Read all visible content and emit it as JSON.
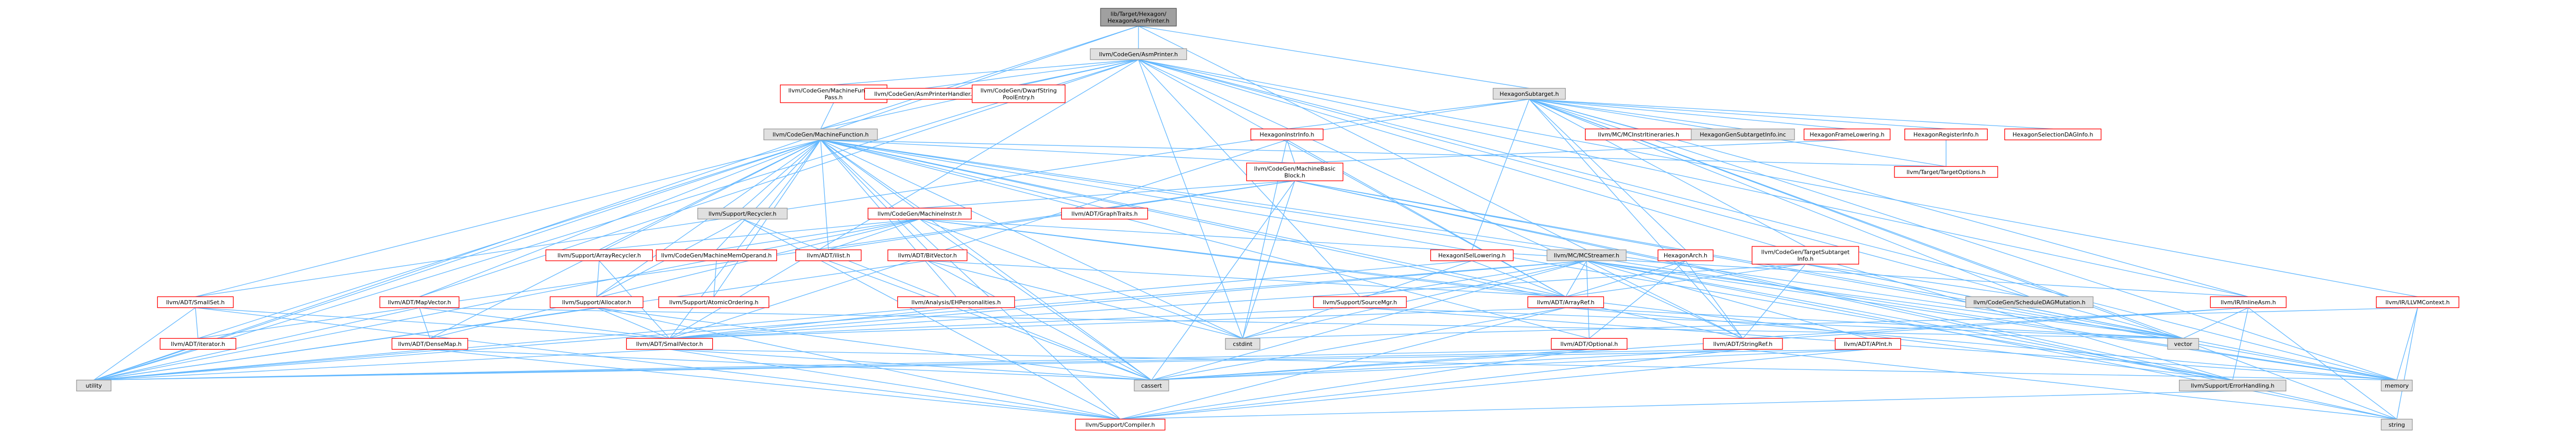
{
  "nodes": [
    {
      "id": "root",
      "lines": [
        "lib/Target/Hexagon/",
        "HexagonAsmPrinter.h"
      ],
      "style": "root"
    },
    {
      "id": "asmprinter",
      "lines": [
        "llvm/CodeGen/AsmPrinter.h"
      ],
      "style": "gray"
    },
    {
      "id": "hexsubtarget",
      "lines": [
        "HexagonSubtarget.h"
      ],
      "style": "gray"
    },
    {
      "id": "mfpass",
      "lines": [
        "llvm/CodeGen/MachineFunction",
        "Pass.h"
      ],
      "style": "red"
    },
    {
      "id": "asmprinterhandler",
      "lines": [
        "llvm/CodeGen/AsmPrinterHandler.h"
      ],
      "style": "red"
    },
    {
      "id": "dwarfstring",
      "lines": [
        "llvm/CodeGen/DwarfString",
        "PoolEntry.h"
      ],
      "style": "red"
    },
    {
      "id": "hexinstrinfo",
      "lines": [
        "HexagonInstrInfo.h"
      ],
      "style": "red"
    },
    {
      "id": "mcinstrinfo",
      "lines": [
        "llvm/MC/MCInstrItineraries.h"
      ],
      "style": "red"
    },
    {
      "id": "hexgensubtarget",
      "lines": [
        "HexagonGenSubtargetInfo.inc"
      ],
      "style": "gray"
    },
    {
      "id": "hexframe",
      "lines": [
        "HexagonFrameLowering.h"
      ],
      "style": "red"
    },
    {
      "id": "hexreginfo",
      "lines": [
        "HexagonRegisterInfo.h"
      ],
      "style": "red"
    },
    {
      "id": "hexseldag",
      "lines": [
        "HexagonSelectionDAGInfo.h"
      ],
      "style": "red"
    },
    {
      "id": "machinefunction",
      "lines": [
        "llvm/CodeGen/MachineFunction.h"
      ],
      "style": "gray"
    },
    {
      "id": "mbb",
      "lines": [
        "llvm/CodeGen/MachineBasic",
        "Block.h"
      ],
      "style": "red"
    },
    {
      "id": "targetoptions",
      "lines": [
        "llvm/Target/TargetOptions.h"
      ],
      "style": "red"
    },
    {
      "id": "recycler",
      "lines": [
        "llvm/Support/Recycler.h"
      ],
      "style": "gray"
    },
    {
      "id": "machineinstr",
      "lines": [
        "llvm/CodeGen/MachineInstr.h"
      ],
      "style": "red"
    },
    {
      "id": "graphtraits",
      "lines": [
        "llvm/ADT/GraphTraits.h"
      ],
      "style": "red"
    },
    {
      "id": "arrayrecycler",
      "lines": [
        "llvm/Support/ArrayRecycler.h"
      ],
      "style": "red"
    },
    {
      "id": "mmo",
      "lines": [
        "llvm/CodeGen/MachineMemOperand.h"
      ],
      "style": "red"
    },
    {
      "id": "ilist",
      "lines": [
        "llvm/ADT/ilist.h"
      ],
      "style": "red"
    },
    {
      "id": "bitvector",
      "lines": [
        "llvm/ADT/BitVector.h"
      ],
      "style": "red"
    },
    {
      "id": "hexisellowering",
      "lines": [
        "HexagonISelLowering.h"
      ],
      "style": "red"
    },
    {
      "id": "mcstreamer",
      "lines": [
        "llvm/MC/MCStreamer.h"
      ],
      "style": "gray"
    },
    {
      "id": "hexarch",
      "lines": [
        "HexagonArch.h"
      ],
      "style": "red"
    },
    {
      "id": "tsi",
      "lines": [
        "llvm/CodeGen/TargetSubtarget",
        "Info.h"
      ],
      "style": "red"
    },
    {
      "id": "smallset",
      "lines": [
        "llvm/ADT/SmallSet.h"
      ],
      "style": "red"
    },
    {
      "id": "mapvector",
      "lines": [
        "llvm/ADT/MapVector.h"
      ],
      "style": "red"
    },
    {
      "id": "allocator",
      "lines": [
        "llvm/Support/Allocator.h"
      ],
      "style": "red"
    },
    {
      "id": "atomicordering",
      "lines": [
        "llvm/Support/AtomicOrdering.h"
      ],
      "style": "red"
    },
    {
      "id": "ehpersonalities",
      "lines": [
        "llvm/Analysis/EHPersonalities.h"
      ],
      "style": "red"
    },
    {
      "id": "sourcemgr",
      "lines": [
        "llvm/Support/SourceMgr.h"
      ],
      "style": "red"
    },
    {
      "id": "arrayref",
      "lines": [
        "llvm/ADT/ArrayRef.h"
      ],
      "style": "red"
    },
    {
      "id": "scheddagmutation",
      "lines": [
        "llvm/CodeGen/ScheduleDAGMutation.h"
      ],
      "style": "gray"
    },
    {
      "id": "inlineasm",
      "lines": [
        "llvm/IR/InlineAsm.h"
      ],
      "style": "red"
    },
    {
      "id": "llvmcontext",
      "lines": [
        "llvm/IR/LLVMContext.h"
      ],
      "style": "red"
    },
    {
      "id": "iterator",
      "lines": [
        "llvm/ADT/iterator.h"
      ],
      "style": "red"
    },
    {
      "id": "densemap",
      "lines": [
        "llvm/ADT/DenseMap.h"
      ],
      "style": "red"
    },
    {
      "id": "smallvector",
      "lines": [
        "llvm/ADT/SmallVector.h"
      ],
      "style": "red"
    },
    {
      "id": "cstdint",
      "lines": [
        "cstdint"
      ],
      "style": "gray"
    },
    {
      "id": "optional",
      "lines": [
        "llvm/ADT/Optional.h"
      ],
      "style": "red"
    },
    {
      "id": "stringref",
      "lines": [
        "llvm/ADT/StringRef.h"
      ],
      "style": "red"
    },
    {
      "id": "apint",
      "lines": [
        "llvm/ADT/APInt.h"
      ],
      "style": "red"
    },
    {
      "id": "vector",
      "lines": [
        "vector"
      ],
      "style": "gray"
    },
    {
      "id": "utility",
      "lines": [
        "utility"
      ],
      "style": "gray"
    },
    {
      "id": "cassert",
      "lines": [
        "cassert"
      ],
      "style": "gray"
    },
    {
      "id": "memory",
      "lines": [
        "memory"
      ],
      "style": "gray"
    },
    {
      "id": "errorhandling",
      "lines": [
        "llvm/Support/ErrorHandling.h"
      ],
      "style": "gray"
    },
    {
      "id": "compiler",
      "lines": [
        "llvm/Support/Compiler.h"
      ],
      "style": "red"
    },
    {
      "id": "string",
      "lines": [
        "string"
      ],
      "style": "gray"
    }
  ],
  "edges": [
    [
      "root",
      "asmprinter"
    ],
    [
      "root",
      "hexsubtarget"
    ],
    [
      "root",
      "machinefunction"
    ],
    [
      "root",
      "mcstreamer"
    ],
    [
      "root",
      "utility"
    ],
    [
      "asmprinter",
      "mfpass"
    ],
    [
      "asmprinter",
      "asmprinterhandler"
    ],
    [
      "asmprinter",
      "dwarfstring"
    ],
    [
      "asmprinter",
      "machinefunction"
    ],
    [
      "asmprinter",
      "mapvector"
    ],
    [
      "asmprinter",
      "smallvector"
    ],
    [
      "asmprinter",
      "sourcemgr"
    ],
    [
      "asmprinter",
      "inlineasm"
    ],
    [
      "asmprinter",
      "llvmcontext"
    ],
    [
      "asmprinter",
      "cstdint"
    ],
    [
      "asmprinter",
      "memory"
    ],
    [
      "asmprinter",
      "utility"
    ],
    [
      "asmprinter",
      "vector"
    ],
    [
      "asmprinter",
      "errorhandling"
    ],
    [
      "asmprinter",
      "stringref"
    ],
    [
      "asmprinter",
      "arrayref"
    ],
    [
      "hexsubtarget",
      "hexinstrinfo"
    ],
    [
      "hexsubtarget",
      "mcinstrinfo"
    ],
    [
      "hexsubtarget",
      "hexgensubtarget"
    ],
    [
      "hexsubtarget",
      "hexframe"
    ],
    [
      "hexsubtarget",
      "hexreginfo"
    ],
    [
      "hexsubtarget",
      "hexseldag"
    ],
    [
      "hexsubtarget",
      "hexisellowering"
    ],
    [
      "hexsubtarget",
      "hexarch"
    ],
    [
      "hexsubtarget",
      "tsi"
    ],
    [
      "hexsubtarget",
      "scheddagmutation"
    ],
    [
      "hexsubtarget",
      "smallset"
    ],
    [
      "hexsubtarget",
      "stringref"
    ],
    [
      "hexsubtarget",
      "memory"
    ],
    [
      "hexsubtarget",
      "string"
    ],
    [
      "hexsubtarget",
      "vector"
    ],
    [
      "hexsubtarget",
      "targetoptions"
    ],
    [
      "hexsubtarget",
      "inlineasm"
    ],
    [
      "mfpass",
      "machinefunction"
    ],
    [
      "hexinstrinfo",
      "mbb"
    ],
    [
      "hexinstrinfo",
      "arrayref"
    ],
    [
      "hexinstrinfo",
      "smallvector"
    ],
    [
      "hexinstrinfo",
      "cstdint"
    ],
    [
      "hexframe",
      "mbb"
    ],
    [
      "hexreginfo",
      "targetoptions"
    ],
    [
      "machinefunction",
      "mbb"
    ],
    [
      "machinefunction",
      "targetoptions"
    ],
    [
      "machinefunction",
      "recycler"
    ],
    [
      "machinefunction",
      "machineinstr"
    ],
    [
      "machinefunction",
      "graphtraits"
    ],
    [
      "machinefunction",
      "arrayrecycler"
    ],
    [
      "machinefunction",
      "mmo"
    ],
    [
      "machinefunction",
      "ilist"
    ],
    [
      "machinefunction",
      "bitvector"
    ],
    [
      "machinefunction",
      "smallset"
    ],
    [
      "machinefunction",
      "mapvector"
    ],
    [
      "machinefunction",
      "allocator"
    ],
    [
      "machinefunction",
      "atomicordering"
    ],
    [
      "machinefunction",
      "ehpersonalities"
    ],
    [
      "machinefunction",
      "arrayref"
    ],
    [
      "machinefunction",
      "densemap"
    ],
    [
      "machinefunction",
      "smallvector"
    ],
    [
      "machinefunction",
      "optional"
    ],
    [
      "machinefunction",
      "cstdint"
    ],
    [
      "machinefunction",
      "cassert"
    ],
    [
      "machinefunction",
      "memory"
    ],
    [
      "machinefunction",
      "utility"
    ],
    [
      "machinefunction",
      "vector"
    ],
    [
      "machinefunction",
      "iterator"
    ],
    [
      "machinefunction",
      "compiler"
    ],
    [
      "machinefunction",
      "stringref"
    ],
    [
      "machinefunction",
      "errorhandling"
    ],
    [
      "mbb",
      "machineinstr"
    ],
    [
      "mbb",
      "graphtraits"
    ],
    [
      "mbb",
      "ilist"
    ],
    [
      "mbb",
      "cassert"
    ],
    [
      "mbb",
      "cstdint"
    ],
    [
      "mbb",
      "memory"
    ],
    [
      "mbb",
      "string"
    ],
    [
      "mbb",
      "vector"
    ],
    [
      "mbb",
      "iterator"
    ],
    [
      "mbb",
      "errorhandling"
    ],
    [
      "recycler",
      "allocator"
    ],
    [
      "recycler",
      "compiler"
    ],
    [
      "recycler",
      "cassert"
    ],
    [
      "machineinstr",
      "arrayrecycler"
    ],
    [
      "machineinstr",
      "mmo"
    ],
    [
      "machineinstr",
      "ilist"
    ],
    [
      "machineinstr",
      "inlineasm"
    ],
    [
      "machineinstr",
      "arrayref"
    ],
    [
      "machineinstr",
      "densemap"
    ],
    [
      "machineinstr",
      "cstdint"
    ],
    [
      "machineinstr",
      "cassert"
    ],
    [
      "machineinstr",
      "utility"
    ],
    [
      "machineinstr",
      "errorhandling"
    ],
    [
      "arrayrecycler",
      "allocator"
    ],
    [
      "arrayrecycler",
      "smallvector"
    ],
    [
      "mmo",
      "atomicordering"
    ],
    [
      "ilist",
      "cassert"
    ],
    [
      "bitvector",
      "arrayref"
    ],
    [
      "bitvector",
      "cassert"
    ],
    [
      "bitvector",
      "cstdint"
    ],
    [
      "bitvector",
      "utility"
    ],
    [
      "hexisellowering",
      "arrayref"
    ],
    [
      "hexisellowering",
      "utility"
    ],
    [
      "hexisellowering",
      "cstdint"
    ],
    [
      "mcstreamer",
      "arrayref"
    ],
    [
      "mcstreamer",
      "smallvector"
    ],
    [
      "mcstreamer",
      "stringref"
    ],
    [
      "mcstreamer",
      "optional"
    ],
    [
      "mcstreamer",
      "apint"
    ],
    [
      "mcstreamer",
      "errorhandling"
    ],
    [
      "mcstreamer",
      "cassert"
    ],
    [
      "mcstreamer",
      "cstdint"
    ],
    [
      "mcstreamer",
      "memory"
    ],
    [
      "mcstreamer",
      "string"
    ],
    [
      "mcstreamer",
      "utility"
    ],
    [
      "mcstreamer",
      "vector"
    ],
    [
      "mcstreamer",
      "sourcemgr"
    ],
    [
      "hexarch",
      "arrayref"
    ],
    [
      "hexarch",
      "stringref"
    ],
    [
      "hexarch",
      "optional"
    ],
    [
      "tsi",
      "arrayref"
    ],
    [
      "tsi",
      "smallvector"
    ],
    [
      "tsi",
      "stringref"
    ],
    [
      "tsi",
      "scheddagmutation"
    ],
    [
      "tsi",
      "memory"
    ],
    [
      "tsi",
      "vector"
    ],
    [
      "smallset",
      "smallvector"
    ],
    [
      "smallset",
      "iterator"
    ],
    [
      "smallset",
      "compiler"
    ],
    [
      "smallset",
      "utility"
    ],
    [
      "mapvector",
      "densemap"
    ],
    [
      "mapvector",
      "smallvector"
    ],
    [
      "mapvector",
      "utility"
    ],
    [
      "mapvector",
      "vector"
    ],
    [
      "allocator",
      "smallvector"
    ],
    [
      "allocator",
      "compiler"
    ],
    [
      "allocator",
      "cassert"
    ],
    [
      "allocator",
      "utility"
    ],
    [
      "ehpersonalities",
      "smallvector"
    ],
    [
      "sourcemgr",
      "smallvector"
    ],
    [
      "sourcemgr",
      "memory"
    ],
    [
      "sourcemgr",
      "vector"
    ],
    [
      "arrayref",
      "smallvector"
    ],
    [
      "arrayref",
      "compiler"
    ],
    [
      "arrayref",
      "cassert"
    ],
    [
      "arrayref",
      "vector"
    ],
    [
      "arrayref",
      "memory"
    ],
    [
      "inlineasm",
      "stringref"
    ],
    [
      "inlineasm",
      "errorhandling"
    ],
    [
      "inlineasm",
      "cassert"
    ],
    [
      "inlineasm",
      "string"
    ],
    [
      "inlineasm",
      "vector"
    ],
    [
      "llvmcontext",
      "memory"
    ],
    [
      "llvmcontext",
      "string"
    ],
    [
      "llvmcontext",
      "cstdint"
    ],
    [
      "iterator",
      "utility"
    ],
    [
      "densemap",
      "compiler"
    ],
    [
      "densemap",
      "cassert"
    ],
    [
      "densemap",
      "utility"
    ],
    [
      "smallvector",
      "compiler"
    ],
    [
      "smallvector",
      "cassert"
    ],
    [
      "smallvector",
      "utility"
    ],
    [
      "smallvector",
      "memory"
    ],
    [
      "optional",
      "compiler"
    ],
    [
      "optional",
      "cassert"
    ],
    [
      "optional",
      "utility"
    ],
    [
      "stringref",
      "compiler"
    ],
    [
      "stringref",
      "string"
    ],
    [
      "stringref",
      "cassert"
    ],
    [
      "stringref",
      "utility"
    ],
    [
      "apint",
      "compiler"
    ],
    [
      "apint",
      "cassert"
    ],
    [
      "apint",
      "utility"
    ],
    [
      "errorhandling",
      "compiler"
    ]
  ],
  "colors": {
    "edge": "#63b8ff",
    "node_border_red": "#ff0000",
    "node_fill_gray": "#e0e0e0",
    "root_fill": "#a0a0a0"
  }
}
